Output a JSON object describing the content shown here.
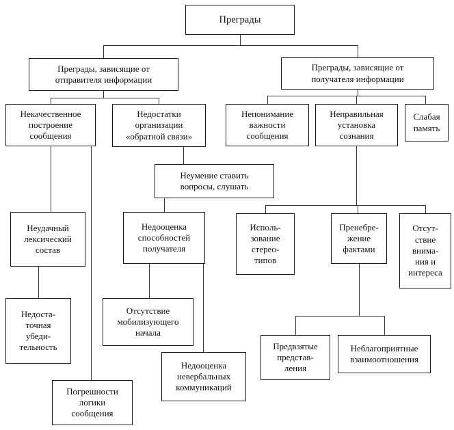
{
  "colors": {
    "box_border": "#1a1a1a",
    "connector": "#333333",
    "background": "#ffffff",
    "text": "#111111"
  },
  "diagram": {
    "title_node": "Преграды",
    "nodes": {
      "root": "Преграды",
      "sender": "Преграды, зависящие от\nотправителя информации",
      "receiver": "Преграды, зависящие от\nполучателя информации",
      "poor_construction": "Некачественное\nпостроение\nсообщения",
      "feedback_flaws": "Недостатки\nорганизации\n«обратной связи»",
      "importance_misunderstanding": "Непонимание\nважности\nсообщения",
      "wrong_mindset": "Неправильная\nустановка\nсознания",
      "weak_memory": "Слабая\nпамять",
      "cannot_ask_listen": "Неумение ставить\nвопросы, слушать",
      "poor_lexis": "Неудачный\nлексический\nсостав",
      "underestimate_receiver": "Недооценка\nспособностей\nполучателя",
      "stereotypes": "Исполь-\nзование\nстерео-\nтипов",
      "neglect_facts": "Пренебре-\nжение\nфактами",
      "no_attention": "Отсут-\nствие\nвнима-\nния и\nинтереса",
      "weak_persuasion": "Недоста-\nточная\nубеди-\nтельность",
      "no_mobilizing": "Отсутствие\nмобилизующего\nначала",
      "biased_views": "Предвзятые\nпредстав-\nления",
      "bad_relations": "Неблагоприятные\nвзаимоотношения",
      "nonverbal_underestimate": "Недооценка\nневербальных\nкоммуникаций",
      "logic_errors": "Погрешности\nлогики\nсообщения"
    }
  }
}
